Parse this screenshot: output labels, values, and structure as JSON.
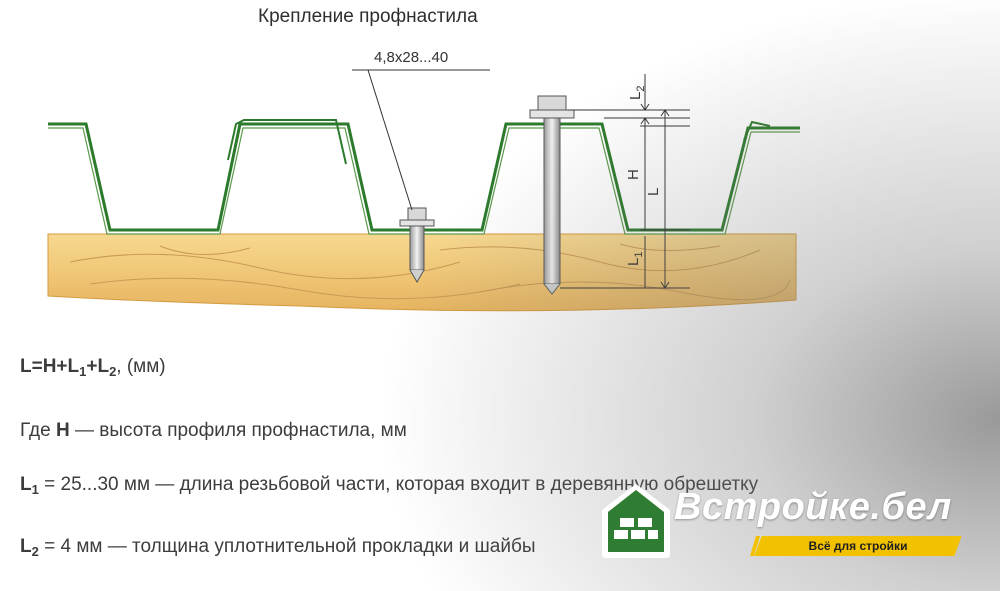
{
  "title": "Крепление профнастила",
  "screw_label": "4,8х28...40",
  "dimension_labels": {
    "l2": "L2",
    "h": "H",
    "l": "L",
    "l1": "L1"
  },
  "formula": {
    "main": "L=H+L",
    "main_sub1": "1",
    "main_mid": "+L",
    "main_sub2": "2",
    "main_unit": ", (мм)"
  },
  "definitions": {
    "h_prefix": "Где ",
    "h_symbol": "H",
    "h_text": " — высота профиля профнастила, мм",
    "l1_symbol": "L",
    "l1_sub": "1",
    "l1_text": " = 25...30 мм — длина резьбовой части, которая входит в деревянную обрешетку",
    "l2_symbol": "L",
    "l2_sub": "2",
    "l2_text": " = 4 мм — толщина уплотнительной прокладки и шайбы"
  },
  "logo": {
    "name": "Встройке.бел",
    "tagline": "Всё для стройки",
    "colors": {
      "green": "#2f7d32",
      "yellow": "#f2c200"
    }
  },
  "colors": {
    "sheet": "#2c7a2c",
    "wood": "#f3cf83",
    "wood_edge": "#d49a3e",
    "screw": "#d4d4d4"
  }
}
